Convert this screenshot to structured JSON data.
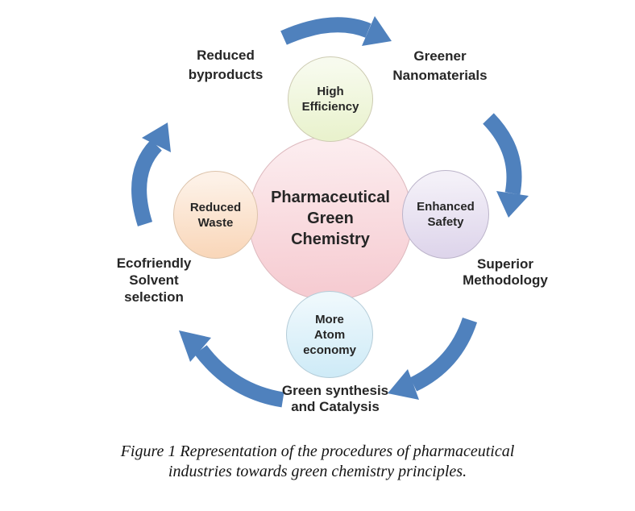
{
  "colors": {
    "arrow": "#4f81bd",
    "text": "#262626",
    "center_fill": "#f6ccd2",
    "top_fill": "#e9f2cd",
    "left_fill": "#f9d7ba",
    "right_fill": "#ded5eb",
    "bottom_fill": "#cfebf7"
  },
  "diagram": {
    "center": {
      "label": "Pharmaceutical\nGreen\nChemistry"
    },
    "nodes": {
      "top": {
        "label": "High\nEfficiency"
      },
      "left": {
        "label": "Reduced\nWaste"
      },
      "right": {
        "label": "Enhanced\nSafety"
      },
      "bottom": {
        "label": "More\nAtom\neconomy"
      }
    },
    "outer_labels": {
      "top_left": "Reduced\nbyproducts",
      "top_right": "Greener\nNanomaterials",
      "right": "Superior\nMethodology",
      "bottom": "Green synthesis\nand Catalysis",
      "left": "Ecofriendly\nSolvent\nselection"
    },
    "arrows": [
      {
        "name": "arc-arrow-top",
        "shape": "curved-right-arrow"
      },
      {
        "name": "arc-arrow-right",
        "shape": "curved-down-arrow"
      },
      {
        "name": "arc-arrow-bottom-right",
        "shape": "curved-down-left-arrow"
      },
      {
        "name": "arc-arrow-bottom-left",
        "shape": "curved-up-left-arrow"
      },
      {
        "name": "arc-arrow-left",
        "shape": "curved-up-arrow"
      }
    ]
  },
  "caption": {
    "text": "Figure 1 Representation of the procedures of pharmaceutical\nindustries towards green chemistry principles."
  }
}
